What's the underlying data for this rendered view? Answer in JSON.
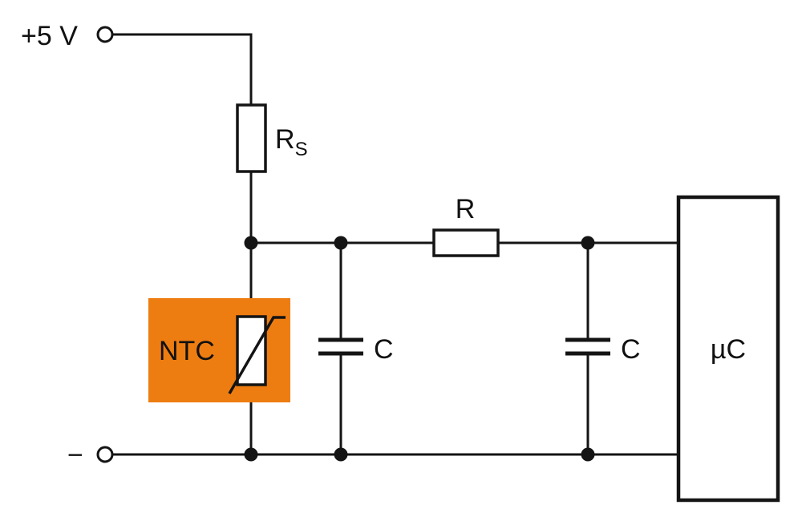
{
  "diagram": {
    "description": "NTC thermistor voltage-divider sensing circuit with RC low-pass filter feeding a microcontroller",
    "labels": {
      "supply": "+5 V",
      "ground": "−",
      "series_resistor_main": "R",
      "series_resistor_sub": "S",
      "filter_resistor": "R",
      "ntc": "NTC",
      "cap1": "C",
      "cap2": "C",
      "mcu": "µC"
    },
    "colors": {
      "wire": "#141414",
      "ntc_highlight": "#ee7d11",
      "component_fill": "#ffffff",
      "background": "#ffffff"
    }
  }
}
